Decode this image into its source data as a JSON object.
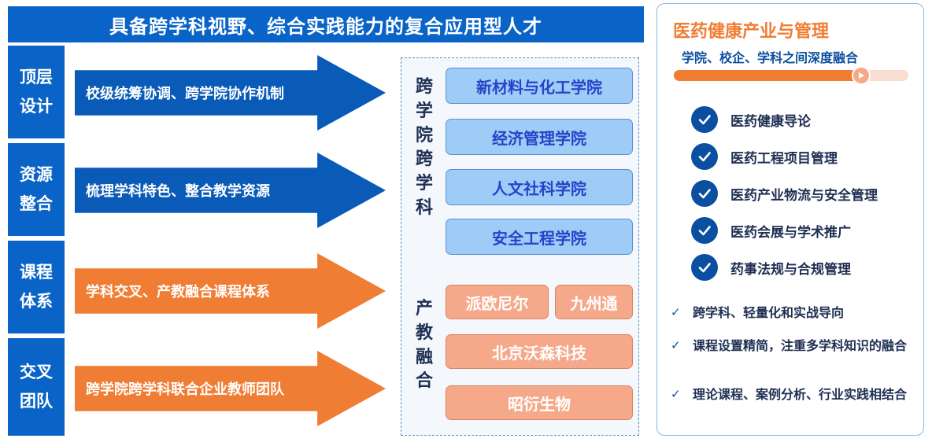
{
  "banner": {
    "title": "具备跨学科视野、综合实践能力的复合应用型人才"
  },
  "rows": [
    {
      "label": "顶层设计",
      "arrow_text": "校级统筹协调、跨学院协作机制",
      "color": "#0a5bb8"
    },
    {
      "label": "资源整合",
      "arrow_text": "梳理学科特色、整合教学资源",
      "color": "#0a5bb8"
    },
    {
      "label": "课程体系",
      "arrow_text": "学科交叉、产教融合课程体系",
      "color": "#f07d34"
    },
    {
      "label": "交叉团队",
      "arrow_text": "跨学院跨学科联合企业教师团队",
      "color": "#f07d34"
    }
  ],
  "cross_college": {
    "label": "跨学院跨学科",
    "colleges": [
      "新材料与化工学院",
      "经济管理学院",
      "人文社科学院",
      "安全工程学院"
    ]
  },
  "industry": {
    "label": "产教融合",
    "partners": [
      "派欧尼尔",
      "九州通",
      "北京沃森科技",
      "昭衍生物"
    ]
  },
  "right_panel": {
    "title": "医药健康产业与管理",
    "subtitle": "学院、校企、学科之间深度融合",
    "progress": 0.8,
    "courses": [
      "医药健康导论",
      "医药工程项目管理",
      "医药产业物流与安全管理",
      "医药会展与学术推广",
      "药事法规与合规管理"
    ],
    "features": [
      "跨学科、轻量化和实战导向",
      "课程设置精简，注重多学科知识的融合",
      "理论课程、案例分析、行业实践相结合"
    ]
  },
  "colors": {
    "primary_blue": "#0a64c8",
    "accent_orange": "#f07d34",
    "college_box": "#9fccf7",
    "partner_box": "#f6a98a",
    "check_blue": "#0a4fa0"
  }
}
